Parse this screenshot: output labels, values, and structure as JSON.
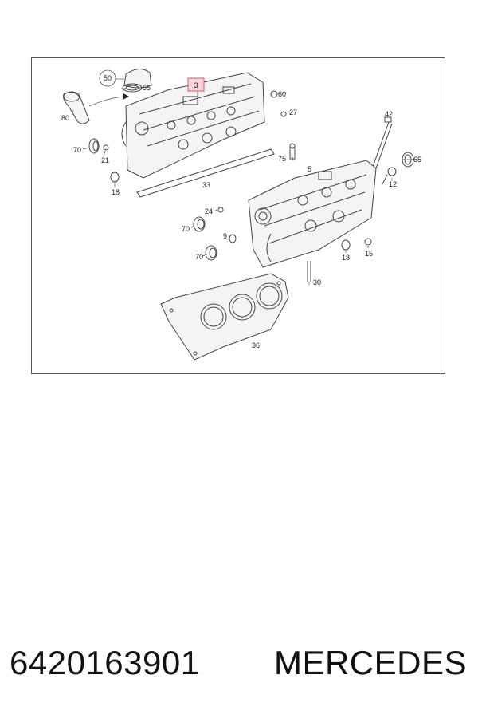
{
  "diagram": {
    "highlight_color": "#e05566",
    "callouts": {
      "c50": "50",
      "c55": "55",
      "c3": "3",
      "c60": "60",
      "c27": "27",
      "c80": "80",
      "c70a": "70",
      "c21": "21",
      "c18a": "18",
      "c33": "33",
      "c42": "42",
      "c75": "75",
      "c5": "5",
      "c65": "65",
      "c12": "12",
      "c24": "24",
      "c70b": "70",
      "c9": "9",
      "c70c": "70",
      "c18b": "18",
      "c15": "15",
      "c30": "30",
      "c36": "36"
    }
  },
  "caption": {
    "part_number": "6420163901",
    "brand": "MERCEDES"
  }
}
